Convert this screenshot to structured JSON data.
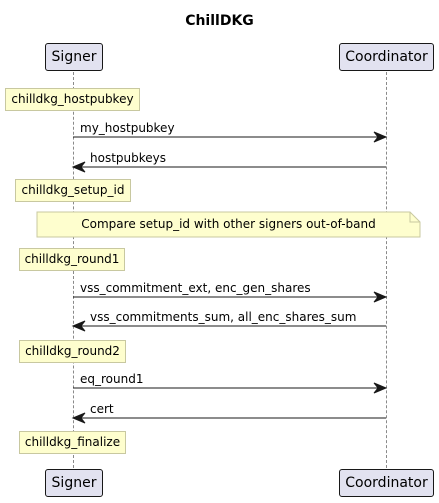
{
  "title": "ChillDKG",
  "participants": {
    "signer": "Signer",
    "coordinator": "Coordinator"
  },
  "notes": {
    "hostpubkey": "chilldkg_hostpubkey",
    "setup_id": "chilldkg_setup_id",
    "compare": "Compare setup_id with other signers out-of-band",
    "round1": "chilldkg_round1",
    "round2": "chilldkg_round2",
    "finalize": "chilldkg_finalize"
  },
  "messages": {
    "my_hostpubkey": "my_hostpubkey",
    "hostpubkeys": "hostpubkeys",
    "round1_send": "vss_commitment_ext, enc_gen_shares",
    "round1_recv": "vss_commitments_sum, all_enc_shares_sum",
    "eq_round1": "eq_round1",
    "cert": "cert"
  },
  "colors": {
    "participant_fill": "#e2e2f0",
    "note_fill": "#fefece",
    "line": "#181818"
  }
}
